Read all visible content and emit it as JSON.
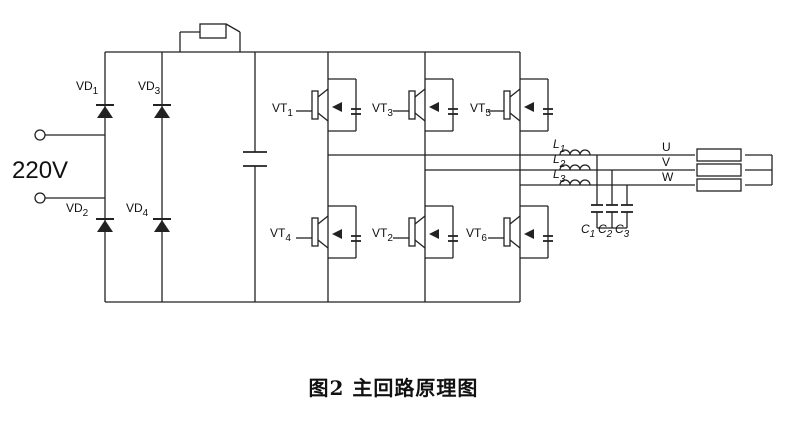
{
  "input": {
    "voltage": "220V"
  },
  "diodes": [
    {
      "id": "d1",
      "prefix": "VD",
      "sub": "1"
    },
    {
      "id": "d3",
      "prefix": "VD",
      "sub": "3"
    },
    {
      "id": "d2",
      "prefix": "VD",
      "sub": "2"
    },
    {
      "id": "d4",
      "prefix": "VD",
      "sub": "4"
    }
  ],
  "transistors": [
    {
      "id": "t1",
      "prefix": "VT",
      "sub": "1"
    },
    {
      "id": "t3",
      "prefix": "VT",
      "sub": "3"
    },
    {
      "id": "t5",
      "prefix": "VT",
      "sub": "5"
    },
    {
      "id": "t4",
      "prefix": "VT",
      "sub": "4"
    },
    {
      "id": "t2",
      "prefix": "VT",
      "sub": "2"
    },
    {
      "id": "t6",
      "prefix": "VT",
      "sub": "6"
    }
  ],
  "inductors": [
    {
      "prefix": "L",
      "sub": "1"
    },
    {
      "prefix": "L",
      "sub": "2"
    },
    {
      "prefix": "L",
      "sub": "3"
    }
  ],
  "filter_caps": [
    {
      "prefix": "C",
      "sub": "1"
    },
    {
      "prefix": "C",
      "sub": "2"
    },
    {
      "prefix": "C",
      "sub": "3"
    }
  ],
  "outputs": [
    "U",
    "V",
    "W"
  ],
  "caption": "图2    主回路原理图"
}
